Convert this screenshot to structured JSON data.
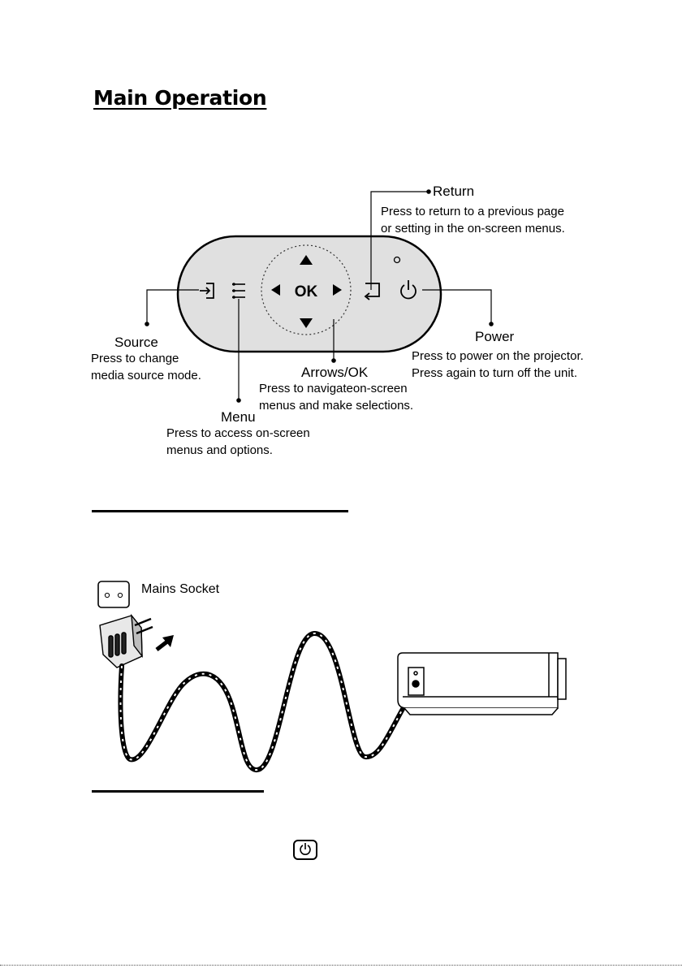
{
  "page": {
    "title": "Main Operation"
  },
  "control_panel": {
    "center_label": "OK",
    "return": {
      "label": "Return",
      "desc_line1": "Press to return to a previous page",
      "desc_line2": "or setting in the on-screen menus."
    },
    "source": {
      "label": "Source",
      "desc_line1": "Press to change",
      "desc_line2": "media source mode."
    },
    "power": {
      "label": "Power",
      "desc_line1": "Press to power on the projector.",
      "desc_line2": "Press again to turn off the unit."
    },
    "arrows": {
      "label": "Arrows/OK",
      "desc_line1": "Press to navigateon-screen",
      "desc_line2": "menus and make selections."
    },
    "menu": {
      "label": "Menu",
      "desc_line1": "Press to access on-screen",
      "desc_line2": "menus and options."
    }
  },
  "connection": {
    "socket_label": "Mains Socket"
  },
  "icons": [
    "source-icon",
    "menu-icon",
    "arrow-up-icon",
    "arrow-down-icon",
    "arrow-left-icon",
    "arrow-right-icon",
    "return-icon",
    "power-icon",
    "led-indicator",
    "mains-socket-icon",
    "adapter-icon",
    "plug-arrow-icon",
    "projector-icon",
    "power-button-icon"
  ]
}
